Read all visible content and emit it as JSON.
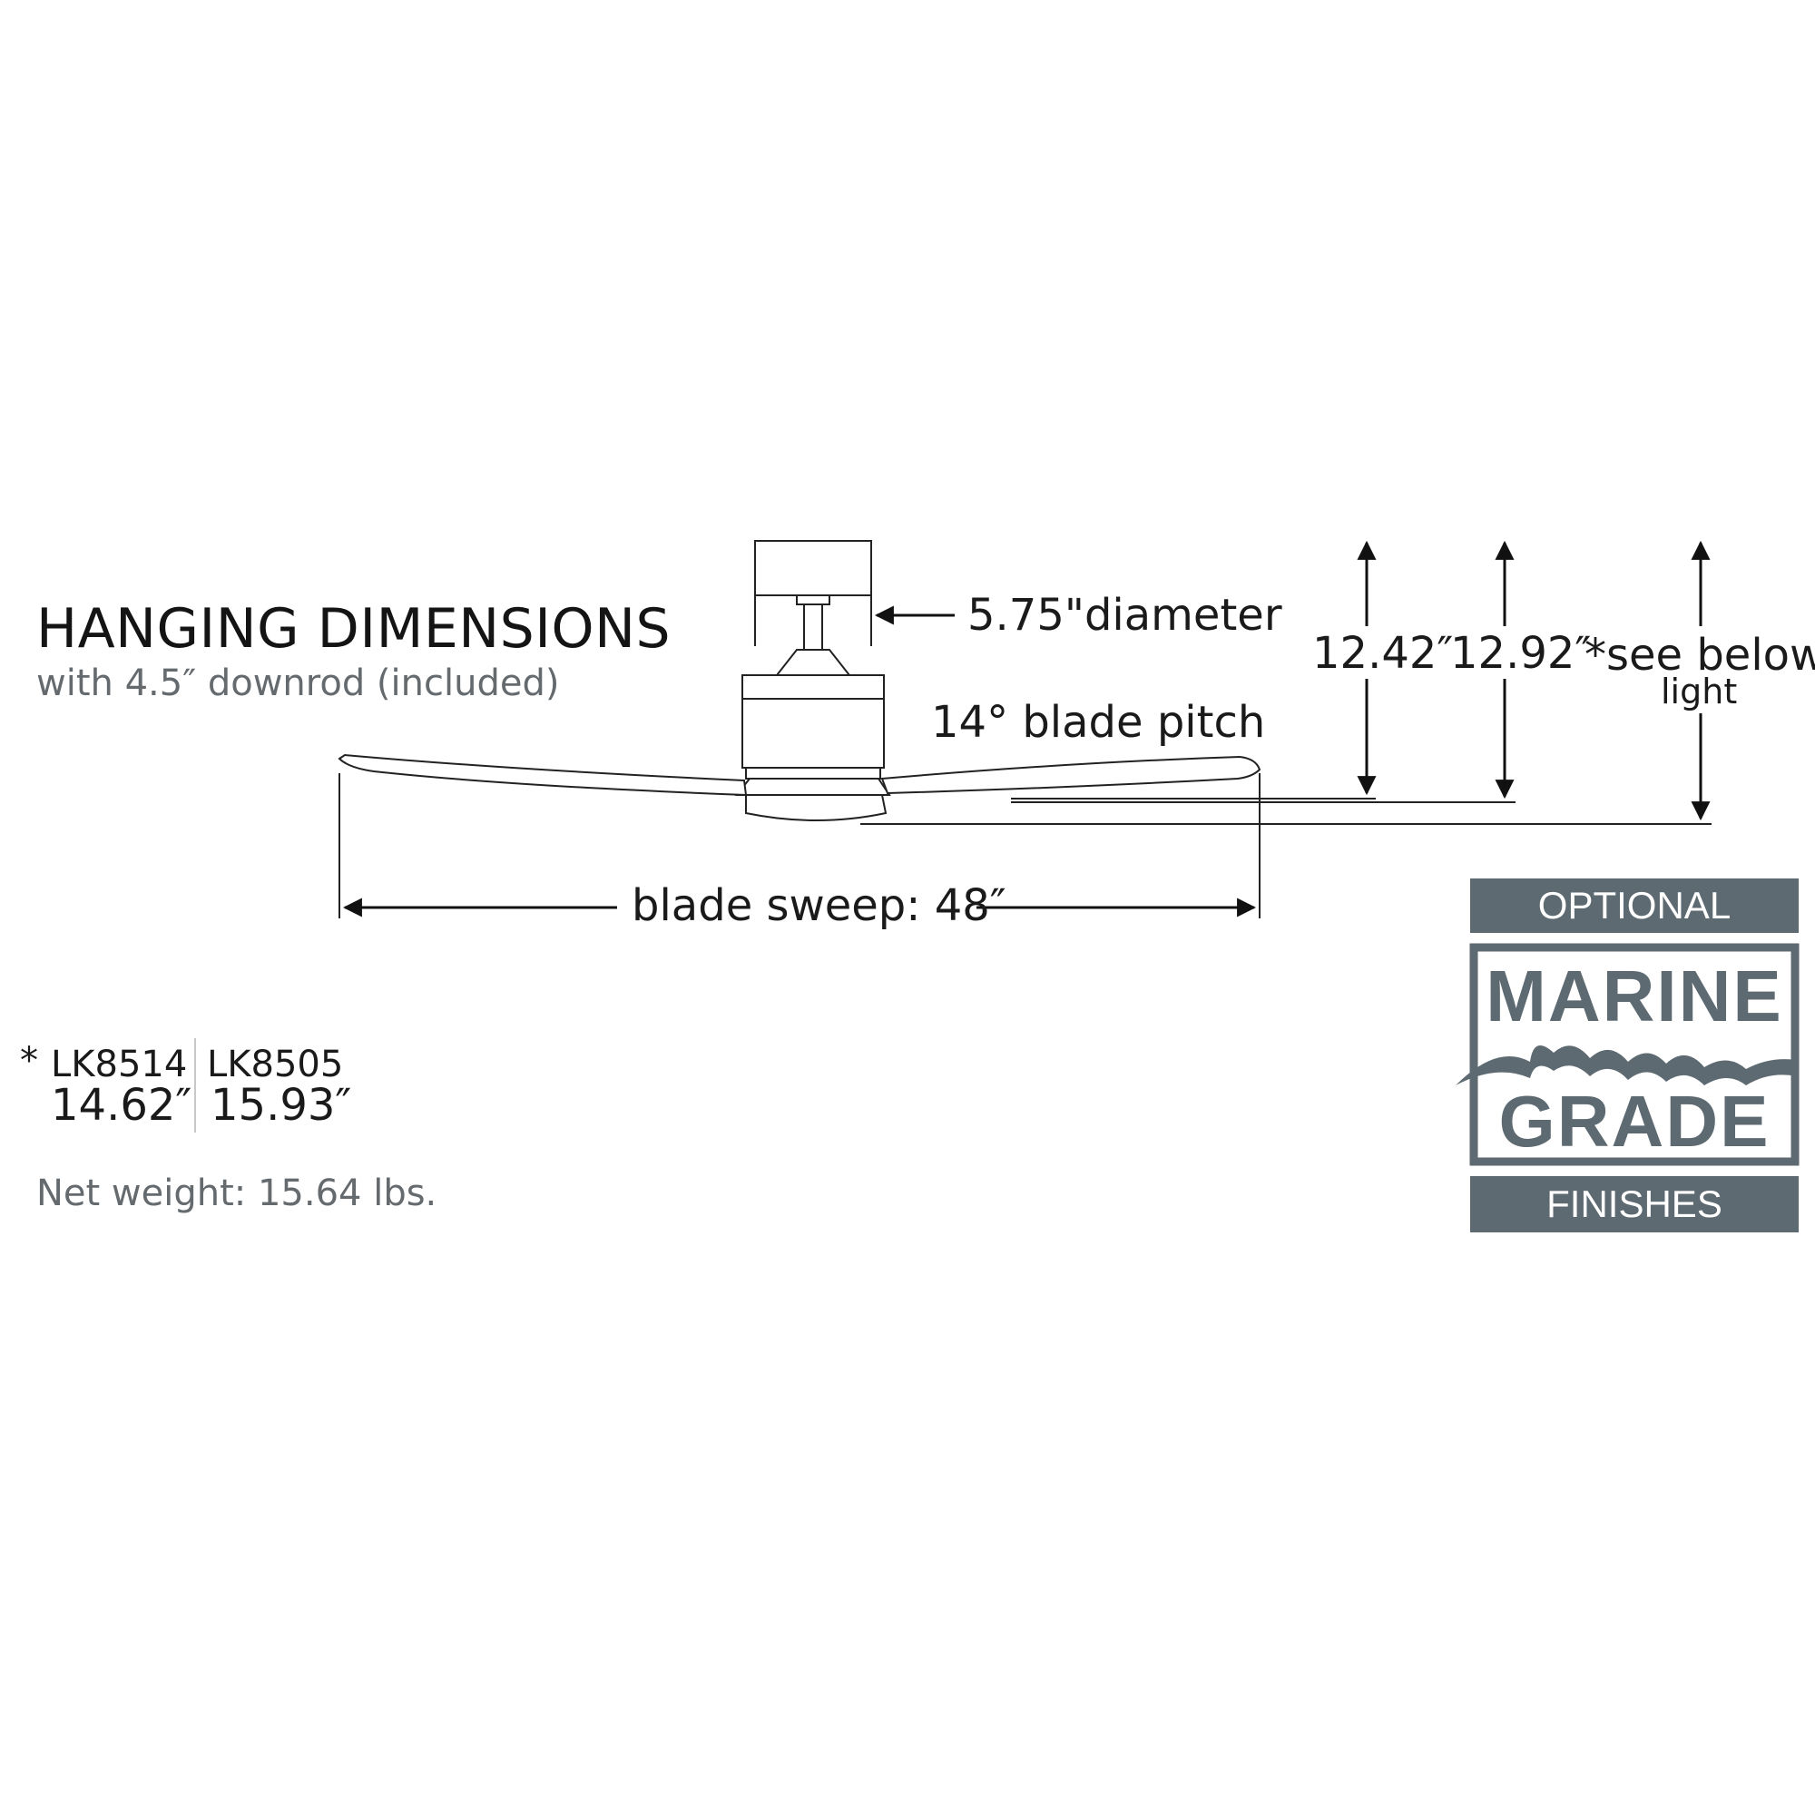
{
  "heading": {
    "title": "HANGING DIMENSIONS",
    "subtitle": "with 4.5″ downrod (included)"
  },
  "dimensions": {
    "canopy_diameter": "5.75\"diameter",
    "blade_pitch": "14° blade pitch",
    "blade_sweep": "blade sweep: 48″",
    "height_1": "12.42″",
    "height_2": "12.92″",
    "height_3_line1": "*see below",
    "height_3_line2": "light"
  },
  "models": {
    "asterisk": "*",
    "items": [
      {
        "model": "LK8514",
        "value": "14.62″"
      },
      {
        "model": "LK8505",
        "value": "15.93″"
      }
    ]
  },
  "net_weight": "Net weight: 15.64 lbs.",
  "badge": {
    "top": "OPTIONAL",
    "line1": "MARINE",
    "line2": "GRADE",
    "bottom": "FINISHES",
    "color": "#5e6a72"
  }
}
